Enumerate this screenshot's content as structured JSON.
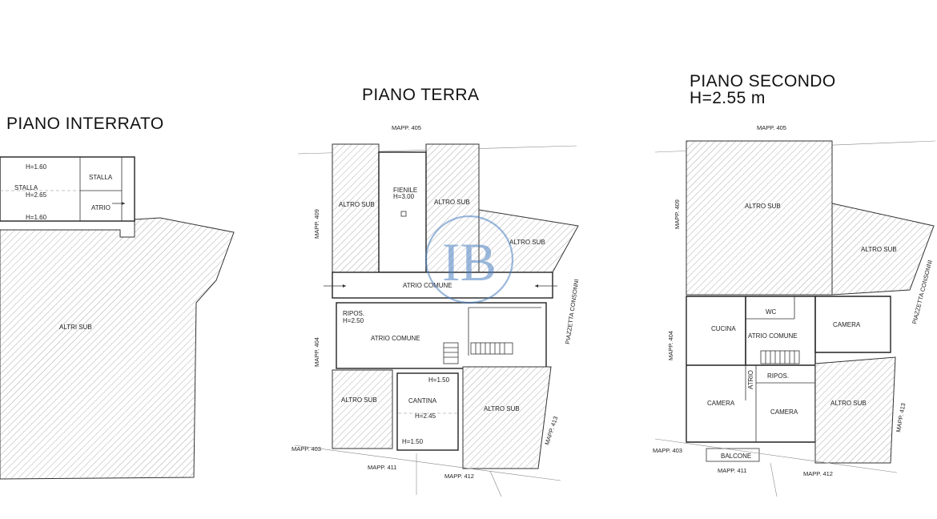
{
  "titles": {
    "interrato": "PIANO INTERRATO",
    "terra": "PIANO TERRA",
    "secondo_line1": "PIANO SECONDO",
    "secondo_line2": "H=2.55 m"
  },
  "interrato": {
    "h1": "H=1.60",
    "stalla_main": "STALLA",
    "h_main": "H=2.65",
    "h2": "H=1.60",
    "stalla_small": "STALLA",
    "atrio": "ATRIO",
    "altri_sub": "ALTRI SUB"
  },
  "terra": {
    "mapp_405": "MAPP. 405",
    "mapp_409": "MAPP. 409",
    "mapp_404": "MAPP. 404",
    "mapp_403": "MAPP. 403",
    "mapp_411": "MAPP. 411",
    "mapp_412": "MAPP. 412",
    "mapp_413": "MAPP. 413",
    "piazzetta": "PIAZZETTA CONSONNI",
    "altro_sub_left": "ALTRO SUB",
    "altro_sub_mid": "ALTRO SUB",
    "altro_sub_right": "ALTRO SUB",
    "altro_sub_bl": "ALTRO SUB",
    "altro_sub_br": "ALTRO SUB",
    "fienile": "FIENILE",
    "fienile_h": "H=3.00",
    "atrio_comune_top": "ATRIO COMUNE",
    "atrio_comune": "ATRIO COMUNE",
    "ripos": "RIPOS.",
    "ripos_h": "H=2.50",
    "cantina": "CANTINA",
    "h150_top": "H=1.50",
    "h245": "H=2.45",
    "h150_bot": "H=1.50"
  },
  "secondo": {
    "mapp_405": "MAPP. 405",
    "mapp_409": "MAPP. 409",
    "mapp_404": "MAPP. 404",
    "mapp_403": "MAPP. 403",
    "mapp_411": "MAPP. 411",
    "mapp_412": "MAPP. 412",
    "mapp_413": "MAPP. 413",
    "piazzetta": "PIAZZETTA CONSONNI",
    "altro_sub_top": "ALTRO SUB",
    "altro_sub_right": "ALTRO SUB",
    "altro_sub_br": "ALTRO SUB",
    "wc": "WC",
    "cucina": "CUCINA",
    "atrio_comune": "ATRIO COMUNE",
    "camera_right": "CAMERA",
    "atrio": "ATRIO",
    "ripos": "RIPOS.",
    "camera_left": "CAMERA",
    "camera_mid": "CAMERA",
    "balcone": "BALCONE"
  },
  "watermark": {
    "letters": "IB",
    "color": "#4a7fc1"
  }
}
